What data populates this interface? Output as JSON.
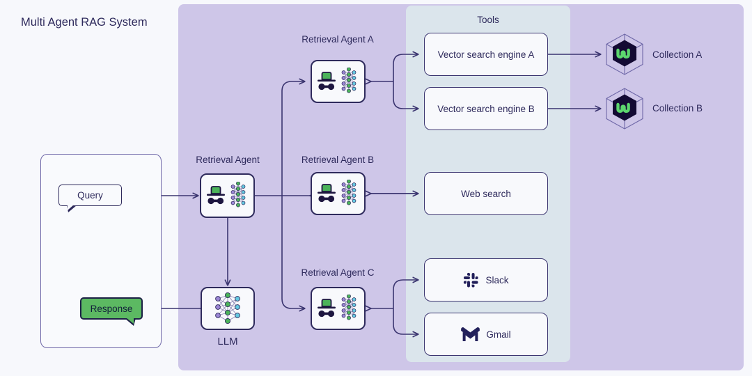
{
  "title": "Multi Agent RAG System",
  "colors": {
    "background": "#f7f8fc",
    "panel_purple": "#cec6e8",
    "panel_tools": "#dbe5ec",
    "ink": "#2e2a5c",
    "accent_green": "#5cb962",
    "node_green": "#4bb35a",
    "node_purple": "#9b86d4",
    "node_cyan": "#64c8e0",
    "weaviate_dark": "#130a33"
  },
  "client": {
    "query": {
      "label": "Query"
    },
    "response": {
      "label": "Response"
    }
  },
  "tools_panel": {
    "title": "Tools"
  },
  "agents": [
    {
      "id": "retrieval-agent",
      "label": "Retrieval Agent",
      "icon": "agent-icon"
    },
    {
      "id": "retrieval-agent-a",
      "label": "Retrieval Agent A",
      "icon": "agent-icon"
    },
    {
      "id": "retrieval-agent-b",
      "label": "Retrieval Agent B",
      "icon": "agent-icon"
    },
    {
      "id": "retrieval-agent-c",
      "label": "Retrieval Agent C",
      "icon": "agent-icon"
    }
  ],
  "llm": {
    "label": "LLM",
    "icon": "neural-network-icon"
  },
  "tools": [
    {
      "id": "vector-search-engine-a",
      "label": "Vector search engine A",
      "icon": null
    },
    {
      "id": "vector-search-engine-b",
      "label": "Vector search engine B",
      "icon": null
    },
    {
      "id": "web-search",
      "label": "Web search",
      "icon": null
    },
    {
      "id": "slack",
      "label": "Slack",
      "icon": "slack-icon"
    },
    {
      "id": "gmail",
      "label": "Gmail",
      "icon": "gmail-icon"
    }
  ],
  "collections": [
    {
      "id": "collection-a",
      "label": "Collection A",
      "icon": "weaviate-hexagon-icon"
    },
    {
      "id": "collection-b",
      "label": "Collection B",
      "icon": "weaviate-hexagon-icon"
    }
  ]
}
